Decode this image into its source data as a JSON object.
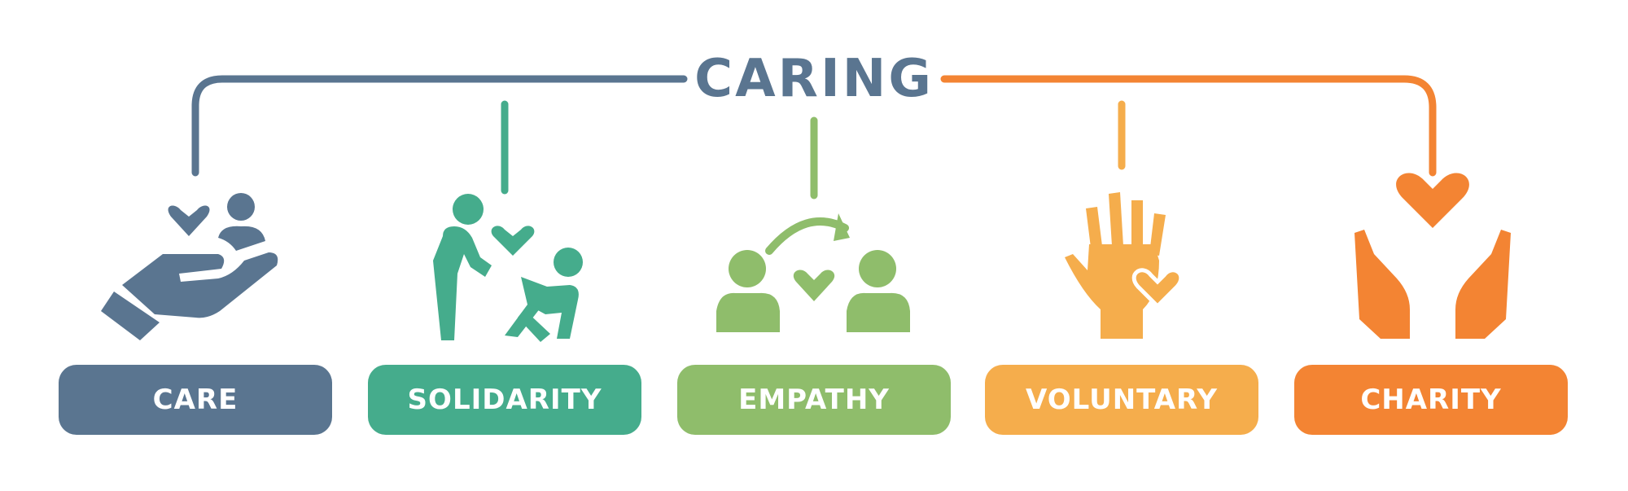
{
  "title": "CARING",
  "colors": {
    "care": "#5a7590",
    "solidarity": "#45ac8c",
    "empathy": "#8fbd6b",
    "voluntary": "#f5ad4c",
    "charity": "#f38433",
    "background": "#ffffff"
  },
  "items": [
    {
      "label": "CARE",
      "icon": "hand-holding-heart-person-icon",
      "color": "#5a7590"
    },
    {
      "label": "SOLIDARITY",
      "icon": "helping-fallen-person-icon",
      "color": "#45ac8c"
    },
    {
      "label": "EMPATHY",
      "icon": "two-people-heart-exchange-icon",
      "color": "#8fbd6b"
    },
    {
      "label": "VOLUNTARY",
      "icon": "raised-hand-heart-icon",
      "color": "#f5ad4c"
    },
    {
      "label": "CHARITY",
      "icon": "hands-holding-heart-icon",
      "color": "#f38433"
    }
  ]
}
